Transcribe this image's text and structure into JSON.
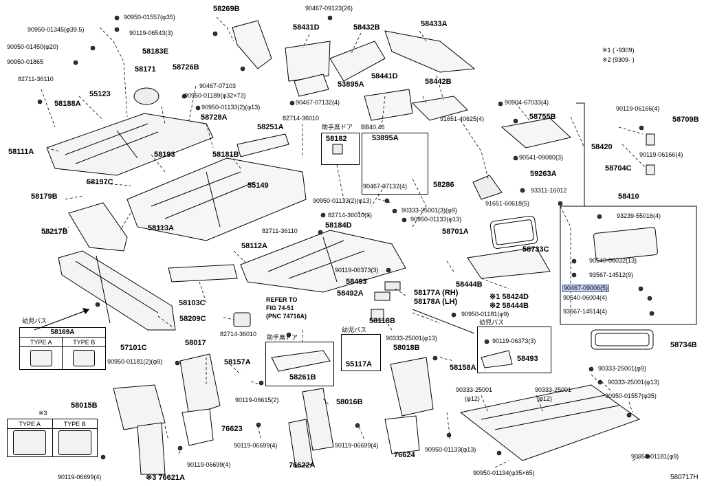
{
  "diagram_code": "580717H",
  "legend": {
    "note1": "※1 (         -9309)",
    "note2": "※2 (9309-         )"
  },
  "door_labels": {
    "d1": "助手席ドア",
    "d2": "BB40,46",
    "d3": "助手席ドア",
    "kindergarten1": "幼児バス",
    "kindergarten2": "幼児バス",
    "kindergarten3": "幼児バス"
  },
  "refer_note": [
    "REFER TO",
    "FIG 74-51",
    "(PNC 74716A)"
  ],
  "type_table_1": {
    "title": "58169A",
    "col_a": "TYPE  A",
    "col_b": "TYPE  B"
  },
  "type_table_2": {
    "note": "※3",
    "col_a": "TYPE A",
    "col_b": "TYPE B"
  },
  "parts": {
    "p58269B": "58269B",
    "p58431D": "58431D",
    "p58432B": "58432B",
    "p58433A": "58433A",
    "p58183E": "58183E",
    "p58171": "58171",
    "p58726B": "58726B",
    "p55123": "55123",
    "p58188A": "58188A",
    "p53895A": "53895A",
    "p58441D": "58441D",
    "p58442B": "58442B",
    "p58728A": "58728A",
    "p58251A": "58251A",
    "p58111A": "58111A",
    "p58193": "58193",
    "p58181B": "58181B",
    "p58182": "58182",
    "p53895A_2": "53895A",
    "p58755B": "58755B",
    "p58420": "58420",
    "p58709B": "58709B",
    "p58704C": "58704C",
    "p59263A": "59263A",
    "p58197C": "58197C",
    "p55149": "55149",
    "p58286": "58286",
    "p58410": "58410",
    "p58179B": "58179B",
    "p58113A": "58113A",
    "p58184D": "58184D",
    "p58217B": "58217B",
    "p58701A": "58701A",
    "p58733C": "58733C",
    "p58112A": "58112A",
    "p58444B": "58444B",
    "p58103C": "58103C",
    "p58493": "58493",
    "p58492A": "58492A",
    "p58177A": "58177A (RH)",
    "p58178A": "58178A (LH)",
    "p58424D": "※1 58424D",
    "p58444B_2": "※2 58444B",
    "p58209C": "58209C",
    "p58118B": "58118B",
    "p57101C": "57101C",
    "p58017": "58017",
    "p58157A": "58157A",
    "p58018B": "58018B",
    "p58158A": "58158A",
    "p58493_2": "58493",
    "p58734B": "58734B",
    "p58261B": "58261B",
    "p55117A": "55117A",
    "p58015B": "58015B",
    "p58016B": "58016B",
    "p76623": "76623",
    "p76622A": "76622A",
    "p76624": "76624",
    "p76621A": "※3 76621A"
  },
  "part_numbers": {
    "n01": "90950-01557(φ35)",
    "n02": "90467-09123(26)",
    "n03": "90950-01345(φ39.5)",
    "n04": "90119-06543(3)",
    "n05": "90950-01450(φ20)",
    "n06": "90950-01865",
    "n07": "82711-36110",
    "n08": "90467-07103",
    "n09": "90950-01189(φ32×73)",
    "n10": "90950-01133(2)(φ13)",
    "n11": "90467-07132(4)",
    "n12": "90904-67033(4)",
    "n13": "90119-06166(4)",
    "n14": "82714-36010",
    "n15": "91651-40625(4)",
    "n16": "90119-06166(4)",
    "n17": "90541-09080(3)",
    "n18": "90467-07132(4)",
    "n19": "93311-16012",
    "n20": "90950-01133(2)(φ13)",
    "n21": "90333-25001(3)(φ9)",
    "n22": "91651-60618(5)",
    "n23": "82714-36010(3)",
    "n24": "90950-01133(φ13)",
    "n25": "93239-55016(4)",
    "n26": "82711-36110",
    "n27": "90540-06032(13)",
    "n28": "93567-14512(9)",
    "n29": "90467-09006(5)",
    "n30": "90119-06373(3)",
    "n31": "90540-06004(4)",
    "n32": "93567-14514(4)",
    "n33": "90950-01181(φ9)",
    "n34": "82714-36010",
    "n35": "90333-25001(φ13)",
    "n36": "90119-06373(3)",
    "n37": "90950-01181(2)(φ9)",
    "n38": "90119-06615(2)",
    "n39": "90333-25001(φ9)",
    "n40": "90333-25001(φ13)",
    "n41": "90333-25001",
    "n42": "(φ12)",
    "n43": "90333-25001",
    "n44": "(φ12)",
    "n45": "90950-01557(φ35)",
    "n46": "90119-06699(4)",
    "n47": "90119-06699(4)",
    "n48": "90119-06699(4)",
    "n49": "90950-01133(φ13)",
    "n50": "90950-01181(φ9)",
    "n51": "90119-06699(4)",
    "n52": "90950-01194(φ35×65)"
  },
  "highlight": {
    "part_number": "90467-09006(5)"
  }
}
